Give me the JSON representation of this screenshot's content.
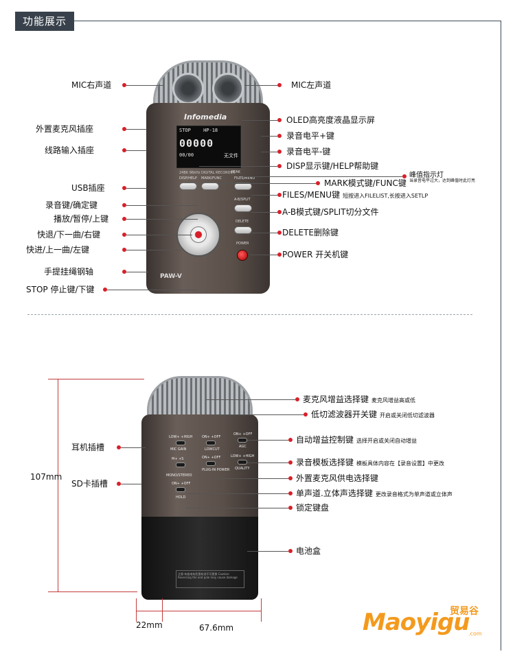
{
  "header": {
    "title": "功能展示"
  },
  "device1": {
    "brand": "Infomedia",
    "screen_top": "STOP",
    "screen_small": "HP-18",
    "screen_digits": "00000",
    "screen_bottom": "00/00",
    "screen_file": "无文件",
    "subtitle": "24Bit 96kHz DIGITAL RECORDER",
    "button_disp": "DISP/HELP",
    "button_mark": "MARK/FUNC",
    "button_files": "FILES/MENU",
    "button_ab": "A-B/SPLIT",
    "button_delete": "DELETE",
    "button_power": "POWER",
    "model": "PAW-V",
    "peak": "PEAK"
  },
  "labels_top": {
    "mic_right": "MIC右声道",
    "mic_left": "MIC左声道",
    "ext_mic": "外置麦克风插座",
    "line_in": "线路输入插座",
    "usb": "USB插座",
    "rec_ok": "录音键/确定键",
    "play_pause": "播放/暂停/上键",
    "rewind": "快退/下一曲/右键",
    "forward": "快进/上一曲/左键",
    "strap": "手提挂绳钢轴",
    "stop": "STOP 停止键/下键",
    "oled": "OLED高亮度液晶显示屏",
    "level_up": "录音电平+键",
    "level_down": "录音电平-键",
    "disp": "DISP显示键/HELP帮助键",
    "peak_led": "峰值指示灯",
    "peak_led_sub": "当录音电平过大，达到峰值时此灯亮",
    "mark": "MARK模式键/FUNC键",
    "files": "FILES/MENU键",
    "files_sub": "短按进入FILELIST,长按进入SETLP",
    "ab": "A-B模式键/SPLIT切分文件",
    "delete": "DELETE删除键",
    "power": "POWER 开关机键"
  },
  "device2": {
    "sw_micgain": "LOW+ +HIGH",
    "sw_micgain_label": "MIC GAIN",
    "sw_lowcut": "ON+ +OFF",
    "sw_lowcut_label": "LOWCUT",
    "sw_agc": "ON+ +OFF",
    "sw_agc_label": "AGC",
    "sw_ms": "M+ +S",
    "sw_plugin": "ON+ +OFF",
    "sw_plugin_label": "PLUG-IN POWER",
    "sw_quality": "LOW+ +HIGH",
    "sw_quality_label": "QUALITY",
    "sw_mono": "MONO/STEREO",
    "sw_hold": "ON+ +OFF",
    "sw_hold_label": "HOLD",
    "caution": "注意:有极电有危害有池不可更换 Caution: Reversing the and pole may cause damage"
  },
  "labels_bottom": {
    "mic_gain": "麦克风增益选择键",
    "mic_gain_sub": "麦克风增益高或低",
    "lowcut": "低切滤波器开关键",
    "lowcut_sub": "开启或关闭低切滤波器",
    "agc": "自动增益控制键",
    "agc_sub": "选择开启或关闭自动增益",
    "quality": "录音模板选择键",
    "quality_sub": "模板具体内容在【录音设置】中更改",
    "plugin": "外置麦克风供电选择键",
    "mono": "单声道.立体声选择键",
    "mono_sub": "更改录音格式为单声道或立体声",
    "hold": "锁定键盘",
    "battery": "电池盒",
    "headphone": "耳机插槽",
    "sd": "SD卡插槽"
  },
  "dimensions": {
    "height": "107mm",
    "depth": "22mm",
    "width": "67.6mm"
  },
  "logo": {
    "text": "Maoyigu",
    "cn": "贸易谷",
    "com": ".com"
  },
  "colors": {
    "accent": "#d8202a",
    "tab": "#38414b",
    "logo": "#f39a1e"
  }
}
